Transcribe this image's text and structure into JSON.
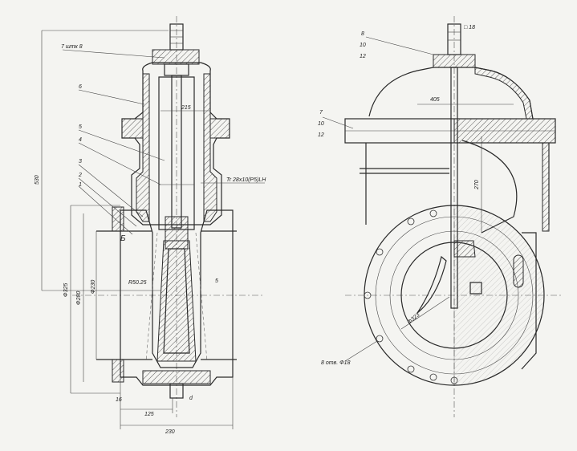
{
  "labels": {
    "nut_spec": "7 штк 8",
    "pos6": "6",
    "pos5": "5",
    "pos4": "4",
    "pos3": "3",
    "pos2": "2",
    "pos1": "1",
    "section_b": "Б",
    "thread": "Tr 28х10(P5)LH",
    "dim_215": "215",
    "dim_530": "530",
    "dim_325": "Ф325",
    "dim_280": "Ф280",
    "dim_230": "Ф230",
    "dim_16": "16",
    "dim_125": "125",
    "dim_230b": "230",
    "dim_5": "5",
    "dim_d": "d",
    "dim_r": "R50.25",
    "right_pos8": "8",
    "right_sq": "□ 18",
    "right_pos7": "7",
    "right_10": "10",
    "right_12": "12",
    "right_405": "405",
    "right_270": "270",
    "right_d323": "Ф323",
    "holes": "8 отв. Ф18"
  }
}
